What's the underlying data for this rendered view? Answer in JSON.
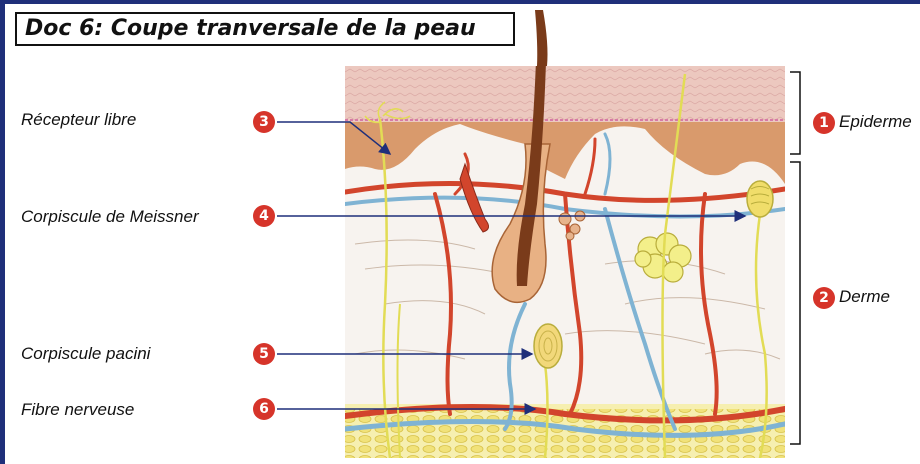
{
  "title": "Doc 6: Coupe tranversale de la peau",
  "labels": {
    "recepteur_libre": "Récepteur libre",
    "corpuscule_meissner": "Corpiscule de Meissner",
    "corpuscule_pacini": "Corpiscule pacini",
    "fibre_nerveuse": "Fibre nerveuse",
    "epiderme": "Epiderme",
    "derme": "Derme"
  },
  "numbers": {
    "n1": "1",
    "n2": "2",
    "n3": "3",
    "n4": "4",
    "n5": "5",
    "n6": "6"
  },
  "colors": {
    "frame": "#1f2f7a",
    "badge": "#d6342a",
    "epidermis": "#d99a6c",
    "stratum_corneum": "#ecc8bf",
    "dermis": "#f7f3ef",
    "hypodermis": "#f6efb0",
    "artery": "#d2452c",
    "vein": "#7fb3d3",
    "nerve": "#e2dc55",
    "pointer": "#1f2f7a"
  }
}
